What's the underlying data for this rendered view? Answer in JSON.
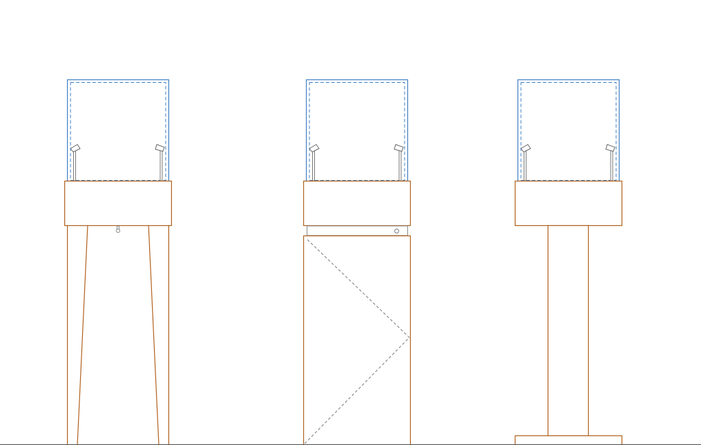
{
  "drawing": {
    "title": "",
    "views": [
      {
        "id": "tapered-legs",
        "base": "tapered-legs"
      },
      {
        "id": "cabinet-door",
        "base": "cabinet-with-door"
      },
      {
        "id": "pedestal",
        "base": "column-pedestal"
      }
    ]
  },
  "colors": {
    "wood_stroke": "#b05f1a",
    "glass_stroke": "#3d7fc4",
    "fixture_stroke": "#777777",
    "background": "#ffffff"
  }
}
